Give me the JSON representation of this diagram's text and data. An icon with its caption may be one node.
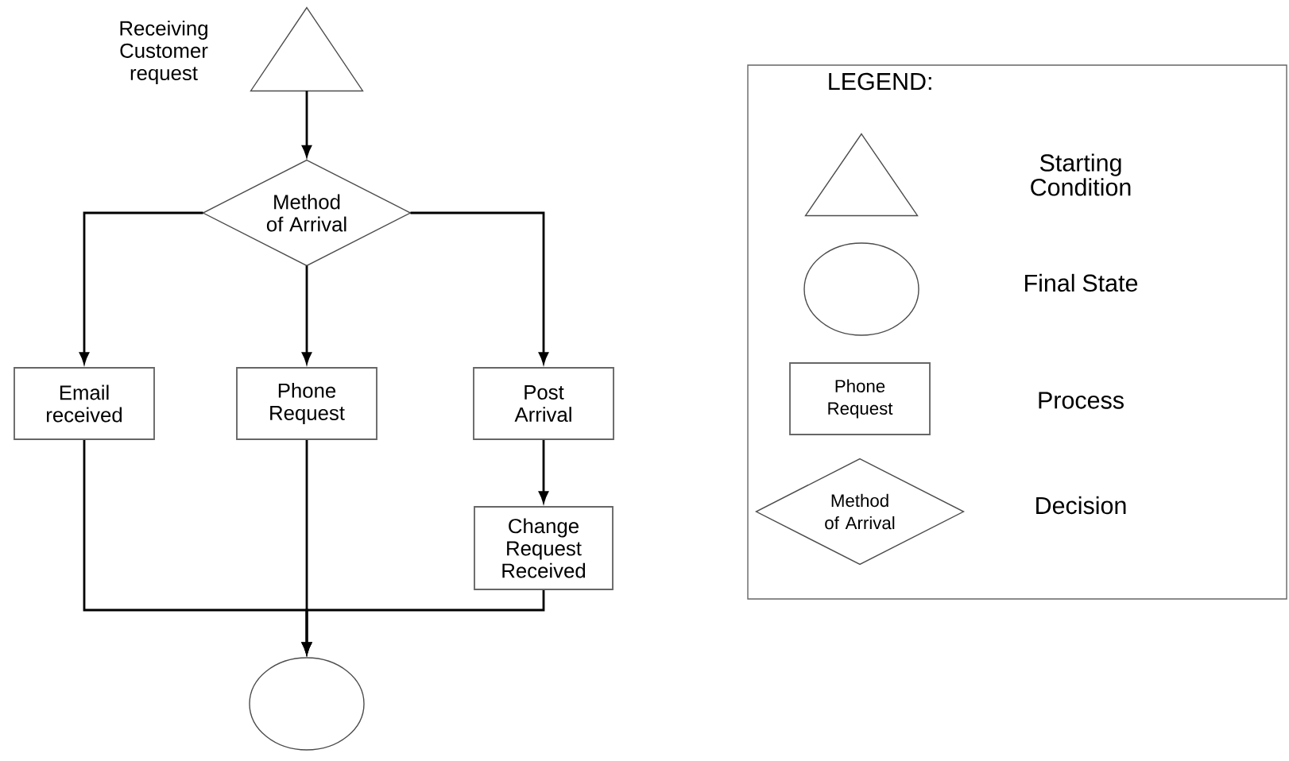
{
  "diagram": {
    "nodes": [
      {
        "text": [],
        "shape": "triangle",
        "beside": [
          "Receiving Customer request"
        ]
      },
      {
        "text": [
          "Method of Arrival"
        ]
      },
      {
        "text": [
          "Email received"
        ]
      },
      {
        "text": [
          "Phone Request"
        ]
      },
      {
        "text": [
          "Post Arrival"
        ]
      },
      {
        "text": [
          "Change Request Received"
        ]
      },
      {
        "text": [],
        "shape": "circle"
      },
      {
        "text": [
          "LEGEND:"
        ]
      },
      {
        "text": [],
        "shape": "triangle",
        "in": 7
      },
      {
        "text": [],
        "shape": "circle",
        "in": 7
      },
      {
        "text": [
          "Phone Request"
        ],
        "in": 7
      },
      {
        "text": [
          "Method of Arrival"
        ],
        "in": 7
      }
    ],
    "edges": [
      {
        "from": 0,
        "to": 1,
        "arrow": "to"
      },
      {
        "from": 1,
        "to": 2,
        "arrow": "to"
      },
      {
        "from": 1,
        "to": 3,
        "arrow": "to"
      },
      {
        "from": 1,
        "to": 4,
        "arrow": "to"
      },
      {
        "from": 4,
        "to": 5,
        "arrow": "to"
      },
      {
        "from": 2,
        "to": 6,
        "arrow": "to"
      },
      {
        "from": 3,
        "to": 6,
        "arrow": "to"
      },
      {
        "from": 5,
        "to": 6,
        "arrow": "to"
      }
    ],
    "legend": [
      {
        "text": "Starting Condition"
      },
      {
        "text": "Final State"
      },
      {
        "text": "Process"
      },
      {
        "text": "Decision"
      }
    ]
  }
}
